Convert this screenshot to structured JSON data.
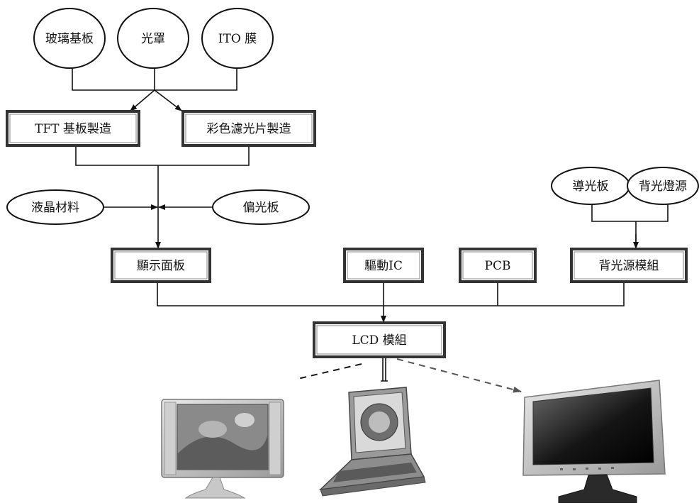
{
  "inputs": {
    "glass": "玻璃基板",
    "mask": "光罩",
    "ito": "ITO 膜",
    "liquid_crystal": "液晶材料",
    "polarizer": "偏光板",
    "light_guide": "導光板",
    "backlight_lamp": "背光燈源"
  },
  "processes": {
    "tft": "TFT 基板製造",
    "color_filter": "彩色濾光片製造",
    "panel": "顯示面板",
    "driver_ic": "驅動IC",
    "pcb": "PCB",
    "backlight_module": "背光源模組",
    "lcd_module": "LCD 模組"
  },
  "products": [
    "lcd-tv",
    "notebook",
    "lcd-monitor"
  ],
  "colors": {
    "stroke": "#111111",
    "box_border": "#333333",
    "box_fill": "#ffffff"
  }
}
